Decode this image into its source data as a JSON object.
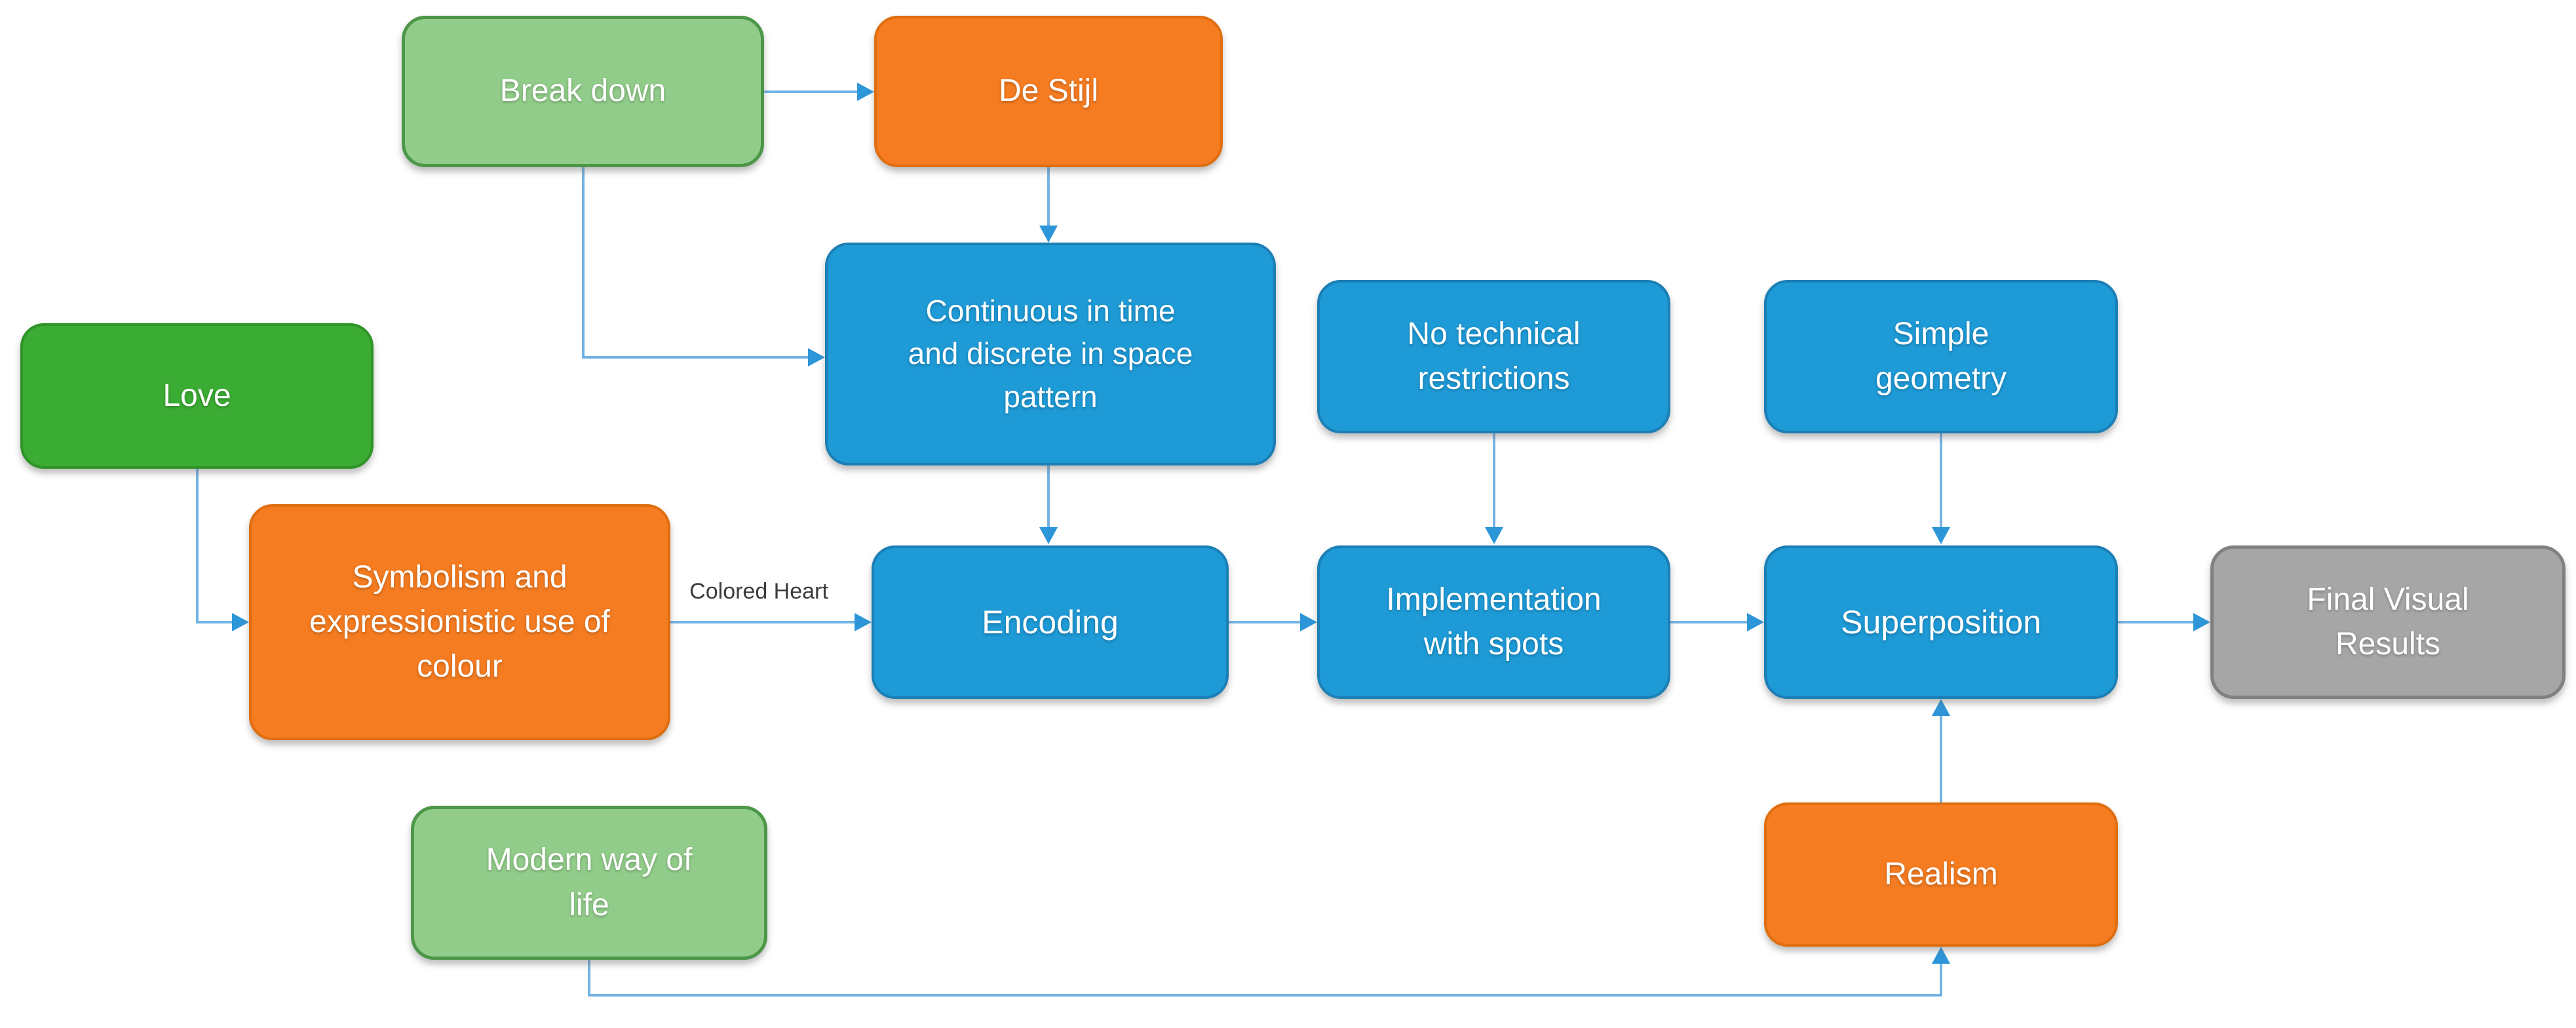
{
  "diagram": {
    "type": "flowchart",
    "background": "#ffffff",
    "nodes": [
      {
        "id": "break-down",
        "label": "Break down",
        "fill": "#92CC8A",
        "border": "#4C9748"
      },
      {
        "id": "de-stijl",
        "label": "De Stijl",
        "fill": "#F57C21",
        "border": "#E06E10"
      },
      {
        "id": "continuous-pattern",
        "label": "Continuous in time and discrete in space pattern",
        "fill": "#1E9AD6",
        "border": "#1B7FB5"
      },
      {
        "id": "love",
        "label": "Love",
        "fill": "#3BAC33",
        "border": "#2F9428"
      },
      {
        "id": "symbolism",
        "label": "Symbolism and expressionistic use of colour",
        "fill": "#F57C21",
        "border": "#E06E10"
      },
      {
        "id": "encoding",
        "label": "Encoding",
        "fill": "#1E9AD6",
        "border": "#1B7FB5"
      },
      {
        "id": "no-technical-restrictions",
        "label": "No technical restrictions",
        "fill": "#1E9AD6",
        "border": "#1B7FB5"
      },
      {
        "id": "implementation-with-spots",
        "label": "Implementation with spots",
        "fill": "#1E9AD6",
        "border": "#1B7FB5"
      },
      {
        "id": "simple-geometry",
        "label": "Simple geometry",
        "fill": "#1E9AD6",
        "border": "#1B7FB5"
      },
      {
        "id": "superposition",
        "label": "Superposition",
        "fill": "#1E9AD6",
        "border": "#1B7FB5"
      },
      {
        "id": "final-visual-results",
        "label": "Final Visual Results",
        "fill": "#A6A6A6",
        "border": "#808080"
      },
      {
        "id": "modern-way-of-life",
        "label": "Modern way of life",
        "fill": "#92CC8A",
        "border": "#4C9748"
      },
      {
        "id": "realism",
        "label": "Realism",
        "fill": "#F57C21",
        "border": "#E06E10"
      }
    ],
    "edge_label": "Colored Heart",
    "edges": [
      {
        "from": "break-down",
        "to": "de-stijl"
      },
      {
        "from": "de-stijl",
        "to": "continuous-pattern"
      },
      {
        "from": "break-down",
        "to": "continuous-pattern"
      },
      {
        "from": "continuous-pattern",
        "to": "encoding"
      },
      {
        "from": "love",
        "to": "symbolism"
      },
      {
        "from": "symbolism",
        "to": "encoding",
        "label": "Colored Heart"
      },
      {
        "from": "encoding",
        "to": "implementation-with-spots"
      },
      {
        "from": "no-technical-restrictions",
        "to": "implementation-with-spots"
      },
      {
        "from": "implementation-with-spots",
        "to": "superposition"
      },
      {
        "from": "simple-geometry",
        "to": "superposition"
      },
      {
        "from": "superposition",
        "to": "final-visual-results"
      },
      {
        "from": "realism",
        "to": "superposition"
      },
      {
        "from": "modern-way-of-life",
        "to": "realism"
      }
    ],
    "connector_color": "#74B3E3",
    "arrowhead_color": "#2D96D8",
    "edge_label_color": "#3C3C3C"
  }
}
